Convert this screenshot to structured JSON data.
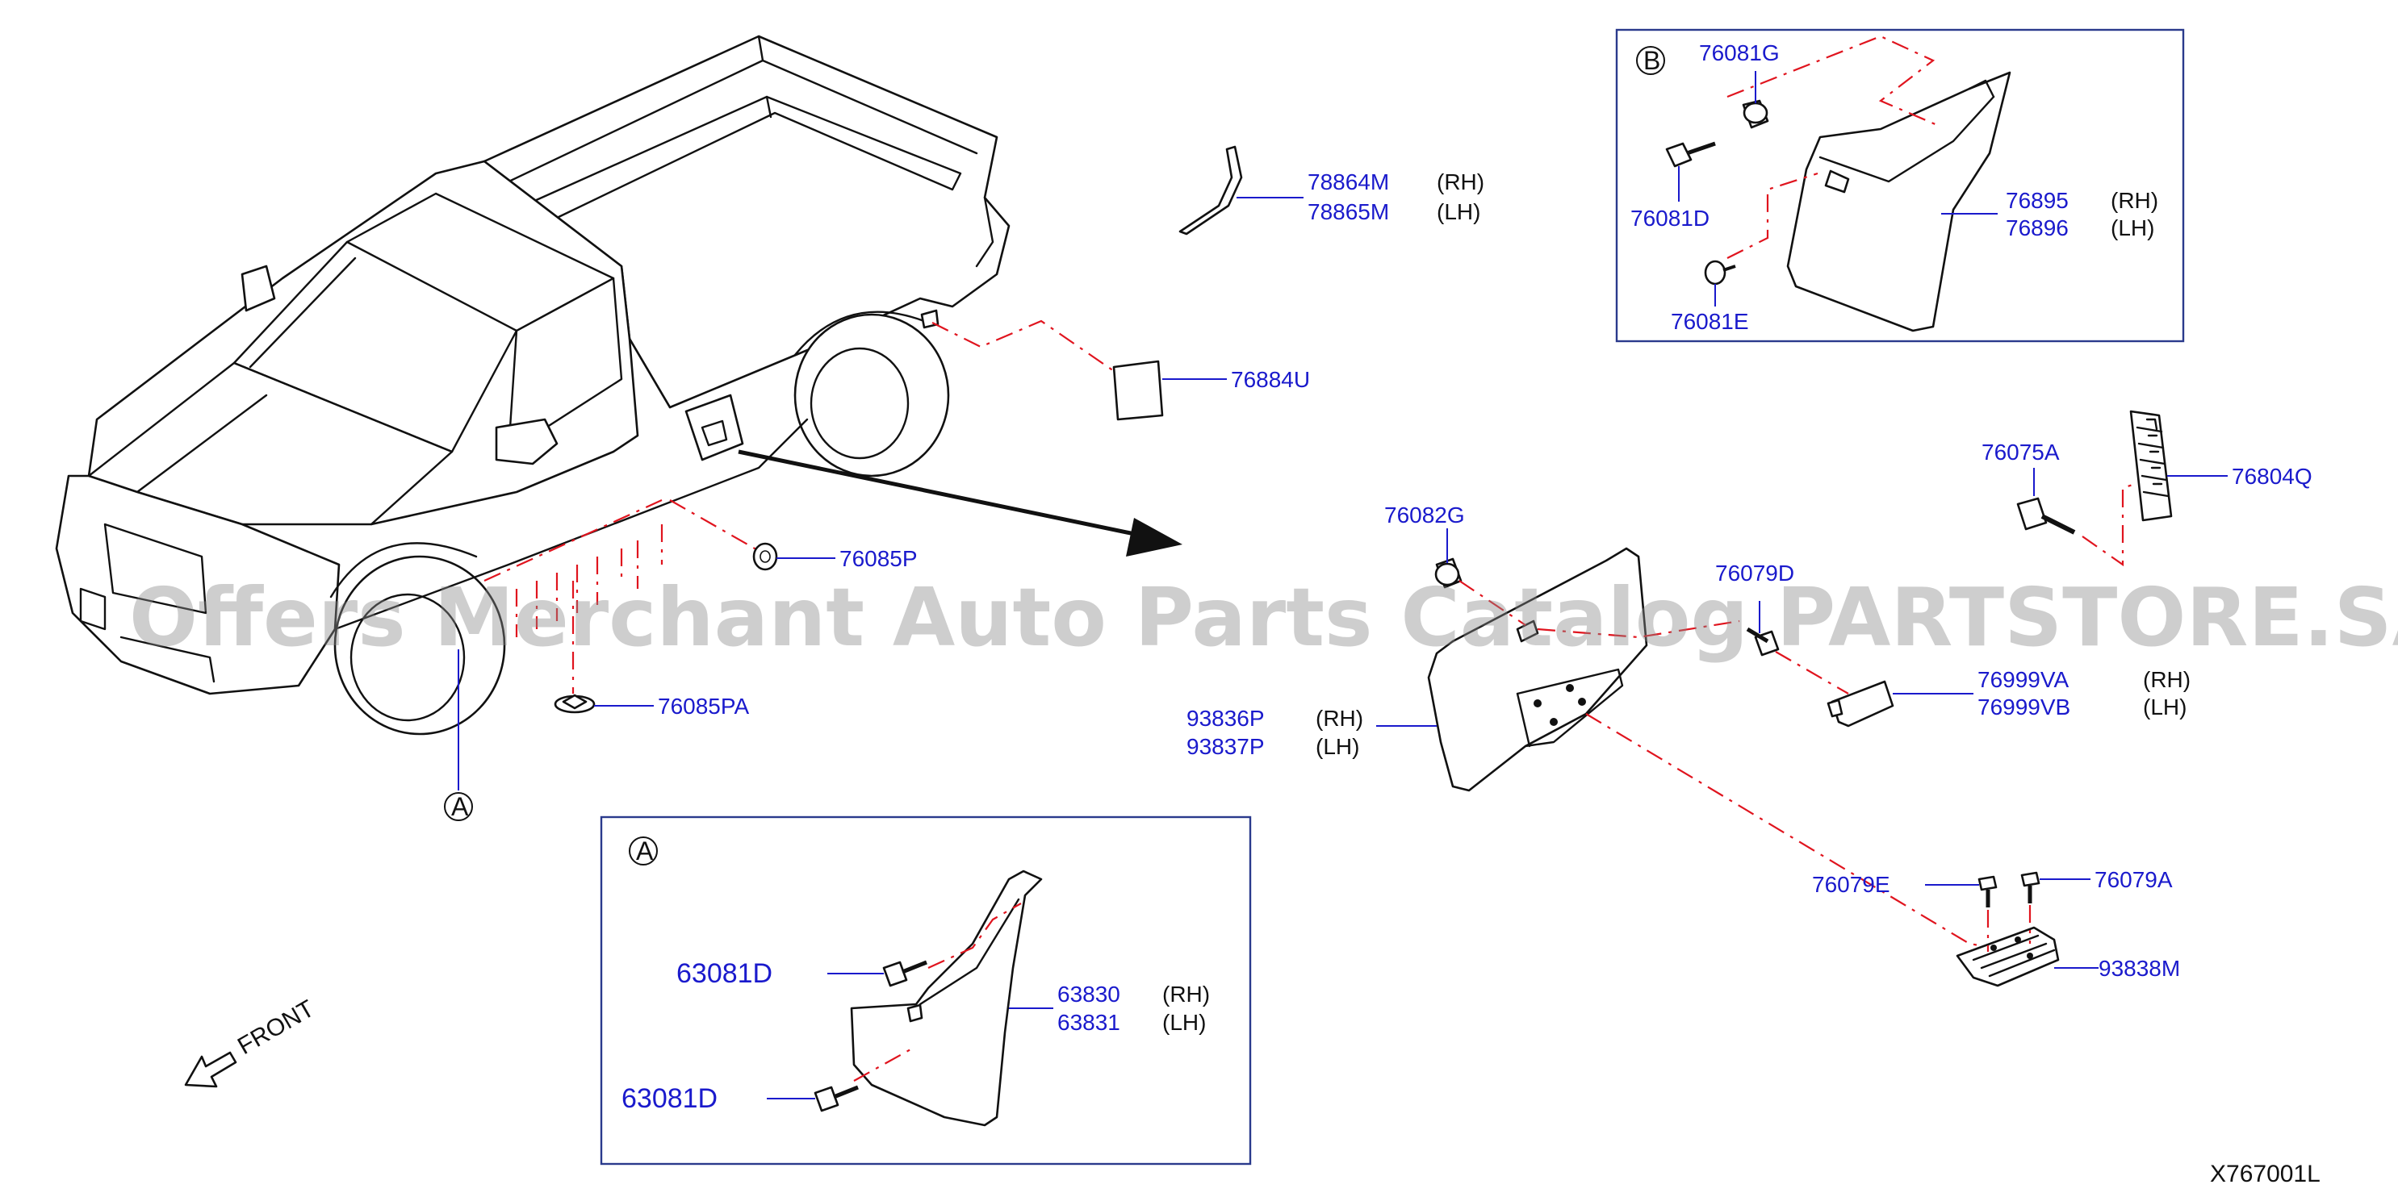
{
  "diagram": {
    "callouts": [
      {
        "id": "p78864M",
        "number": "78864M",
        "side": "(RH)"
      },
      {
        "id": "p78865M",
        "number": "78865M",
        "side": "(LH)"
      },
      {
        "id": "p76884U",
        "number": "76884U",
        "side": ""
      },
      {
        "id": "p76085P",
        "number": "76085P",
        "side": ""
      },
      {
        "id": "p76085PA",
        "number": "76085PA",
        "side": ""
      },
      {
        "id": "p76081G",
        "number": "76081G",
        "side": ""
      },
      {
        "id": "p76081D",
        "number": "76081D",
        "side": ""
      },
      {
        "id": "p76081E",
        "number": "76081E",
        "side": ""
      },
      {
        "id": "p76895",
        "number": "76895",
        "side": "(RH)"
      },
      {
        "id": "p76896",
        "number": "76896",
        "side": "(LH)"
      },
      {
        "id": "p76075A",
        "number": "76075A",
        "side": ""
      },
      {
        "id": "p76804Q",
        "number": "76804Q",
        "side": ""
      },
      {
        "id": "p76082G",
        "number": "76082G",
        "side": ""
      },
      {
        "id": "p76079D",
        "number": "76079D",
        "side": ""
      },
      {
        "id": "p76999VA",
        "number": "76999VA",
        "side": "(RH)"
      },
      {
        "id": "p76999VB",
        "number": "76999VB",
        "side": "(LH)"
      },
      {
        "id": "p93836P",
        "number": "93836P",
        "side": "(RH)"
      },
      {
        "id": "p93837P",
        "number": "93837P",
        "side": "(LH)"
      },
      {
        "id": "p76079E",
        "number": "76079E",
        "side": ""
      },
      {
        "id": "p76079A",
        "number": "76079A",
        "side": ""
      },
      {
        "id": "p93838M",
        "number": "93838M",
        "side": ""
      },
      {
        "id": "p63081D_top",
        "number": "63081D",
        "side": ""
      },
      {
        "id": "p63081D_bot",
        "number": "63081D",
        "side": ""
      },
      {
        "id": "p63830",
        "number": "63830",
        "side": "(RH)"
      },
      {
        "id": "p63831",
        "number": "63831",
        "side": "(LH)"
      }
    ],
    "detail_labels": {
      "a": "A",
      "b": "B"
    },
    "front_label": "FRONT",
    "figure_code": "X767001L",
    "watermark": "Offers Merchant Auto Parts Catalog PARTSTORE.SA",
    "colors": {
      "part_number": "#1a1acc",
      "dash_line": "#e0141e",
      "box": "#2a3a8c",
      "line": "#111111"
    }
  }
}
